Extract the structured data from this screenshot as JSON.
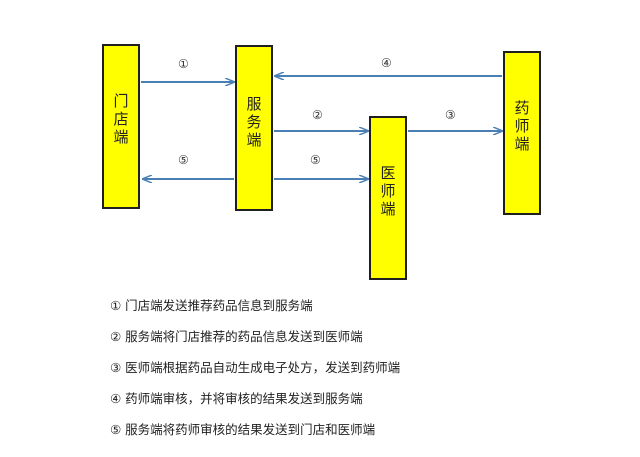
{
  "nodes": {
    "store": [
      "门",
      "店",
      "端"
    ],
    "service": [
      "服",
      "务",
      "端"
    ],
    "doctor": [
      "医",
      "师",
      "端"
    ],
    "pharmacist": [
      "药",
      "师",
      "端"
    ]
  },
  "arrow_labels": {
    "a1": "①",
    "a2": "②",
    "a3": "③",
    "a4": "④",
    "a5": "⑤",
    "a5b": "⑤"
  },
  "legend": [
    "① 门店端发送推荐药品信息到服务端",
    "② 服务端将门店推荐的药品信息发送到医师端",
    "③ 医师端根据药品自动生成电子处方，发送到药师端",
    "④ 药师端审核，并将审核的结果发送到服务端",
    "⑤ 服务端将药师审核的结果发送到门店和医师端"
  ],
  "colors": {
    "node_fill": "#ffff00",
    "arrow": "#4a7fb5"
  }
}
